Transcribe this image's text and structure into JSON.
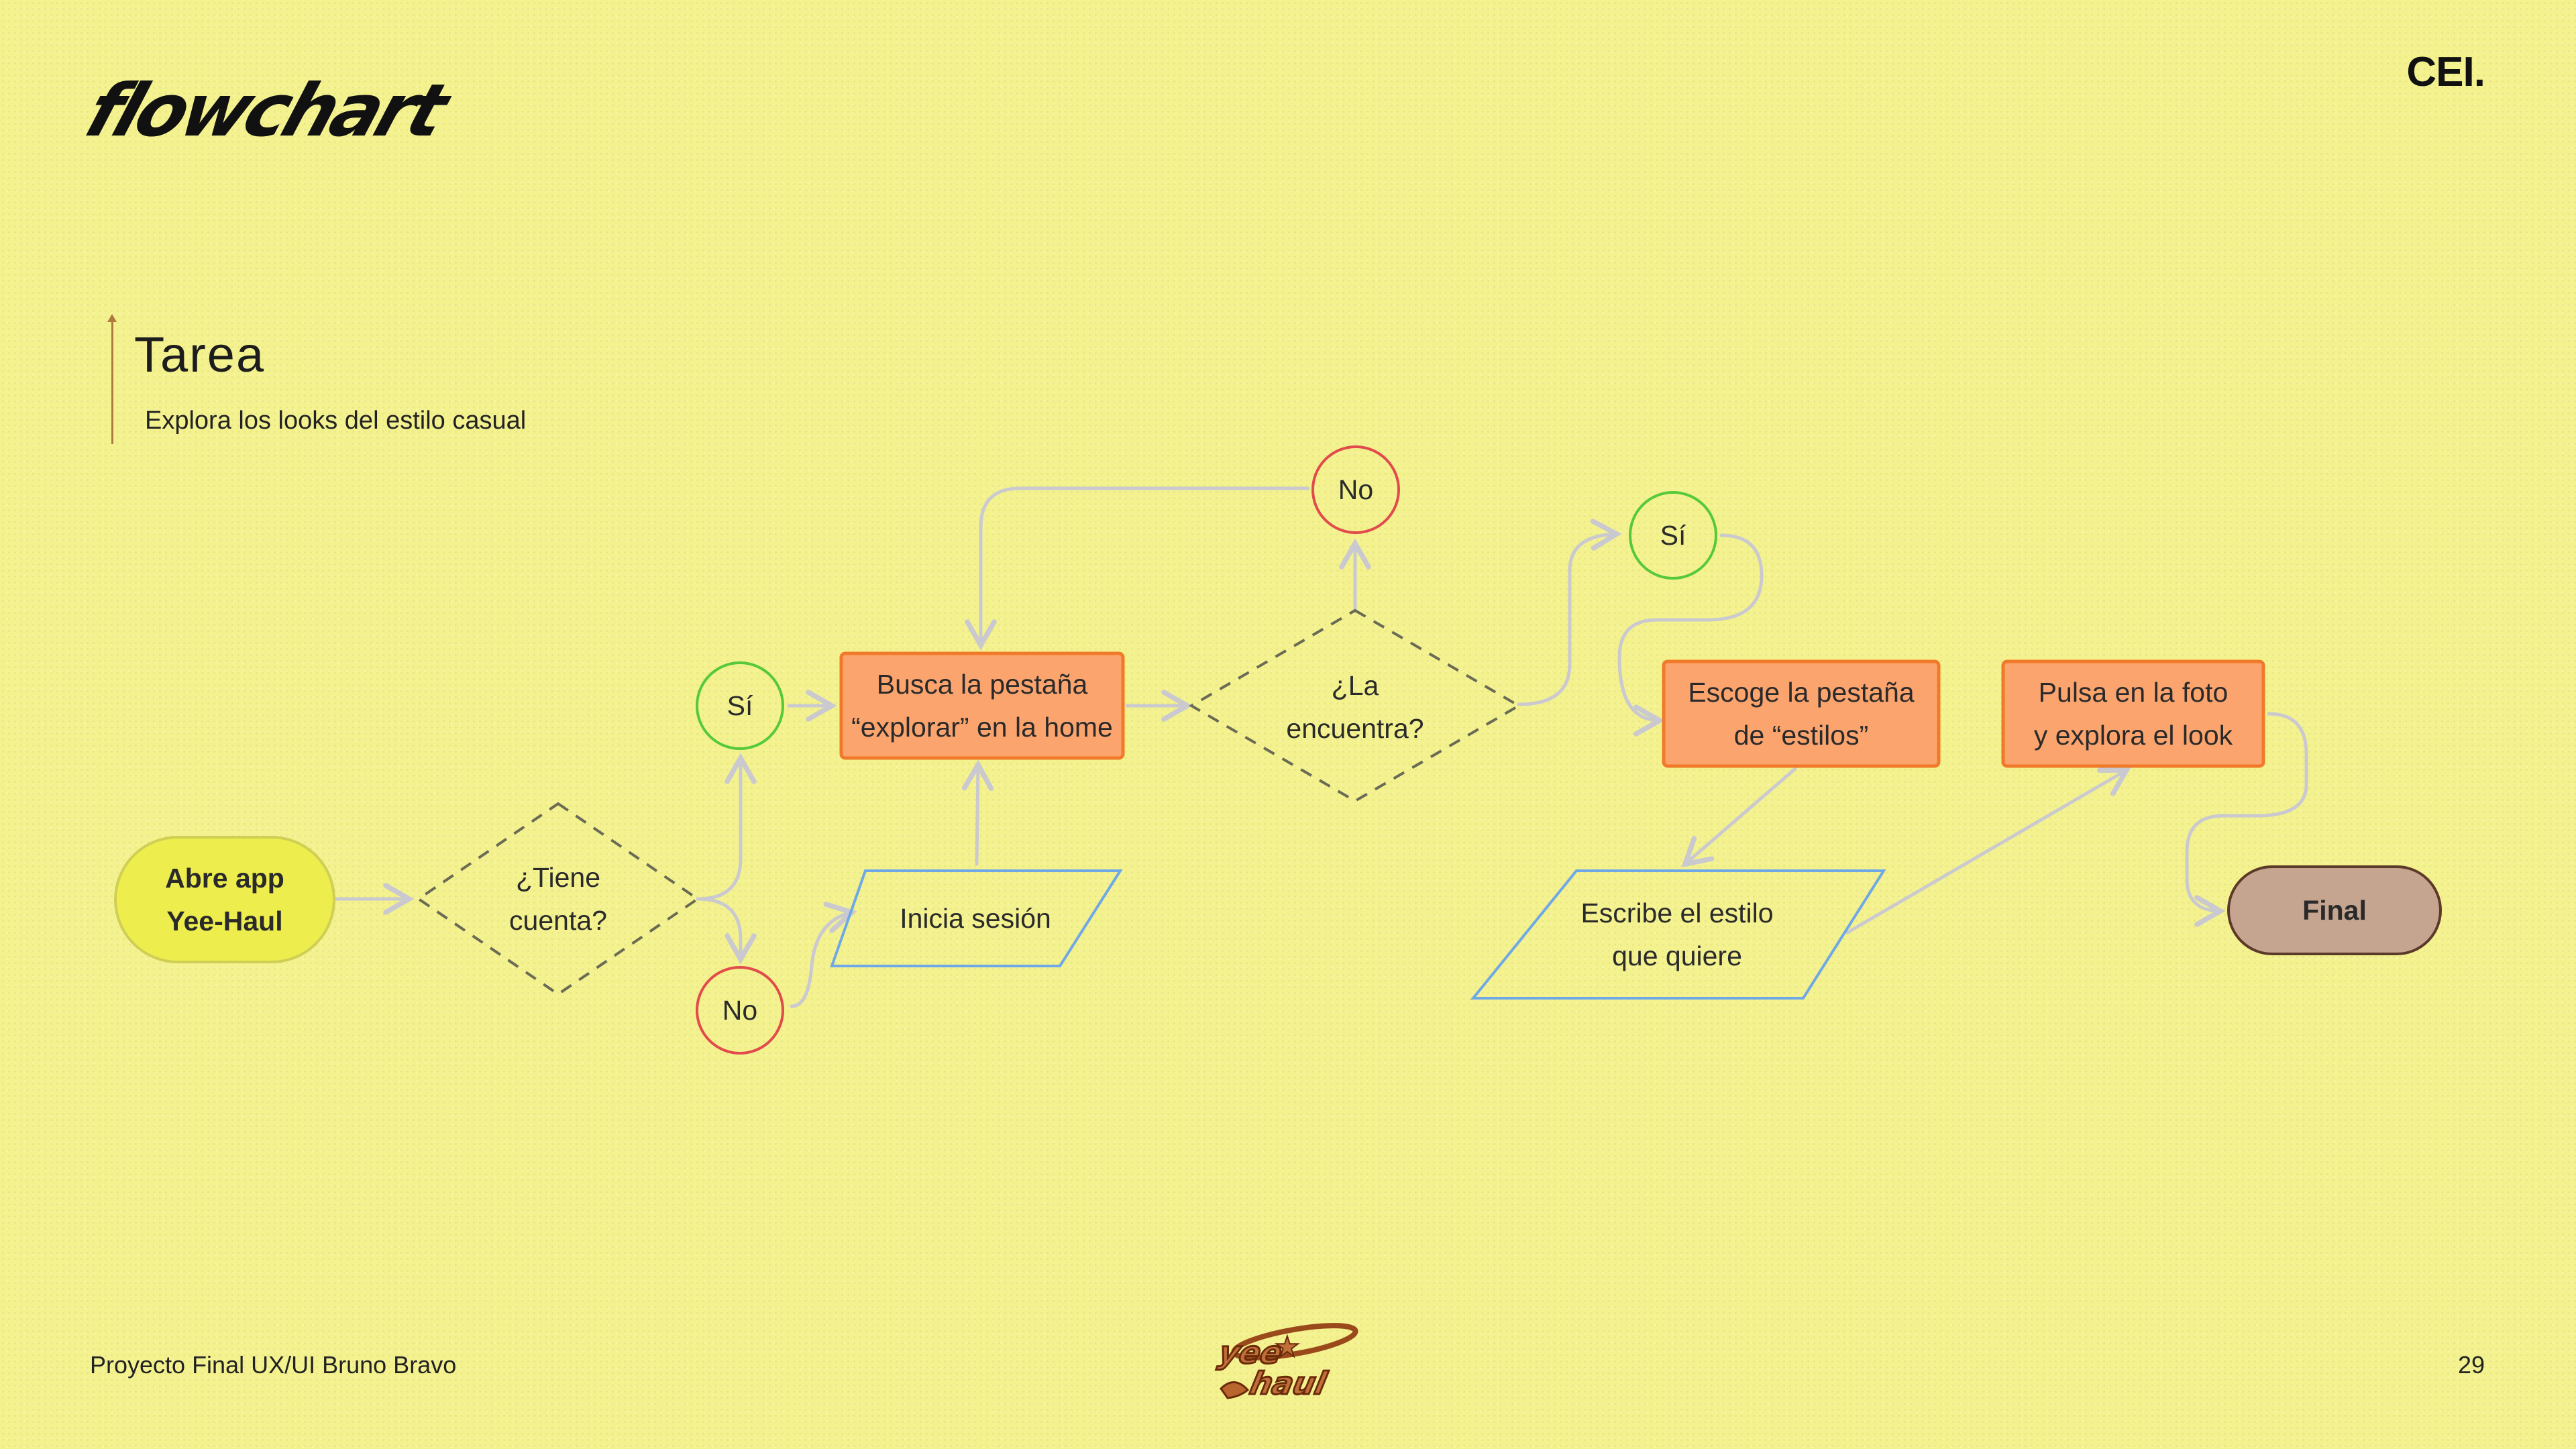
{
  "header": {
    "logo_text": "flowchart",
    "brand": "CEI."
  },
  "task": {
    "title": "Tarea",
    "description": "Explora los looks del estilo casual"
  },
  "flow": {
    "start": "Abre app\nYee-Haul",
    "decision_account": "¿Tiene\ncuenta?",
    "yes_account": "Sí",
    "no_account": "No",
    "login": "Inicia sesión",
    "search_tab": "Busca la pestaña\n“explorar” en la home",
    "decision_found": "¿La\nencuentra?",
    "no_found": "No",
    "yes_found": "Sí",
    "choose_tab": "Escoge la pestaña\nde “estilos”",
    "write_style": "Escribe el estilo\nque quiere",
    "tap_photo": "Pulsa en la foto\ny explora el look",
    "end": "Final"
  },
  "footer": {
    "credit": "Proyecto Final UX/UI Bruno Bravo",
    "page_number": "29",
    "mascot_text": "Yee Haul"
  },
  "colors": {
    "background": "#f4f28f",
    "process_fill": "#fca46e",
    "process_stroke": "#f07a2a",
    "start_fill": "#eded4d",
    "end_fill": "#c5a58f",
    "yes_stroke": "#56c93a",
    "no_stroke": "#e14b4b",
    "io_stroke": "#6fa8e6",
    "connector": "#c9c9cf"
  }
}
